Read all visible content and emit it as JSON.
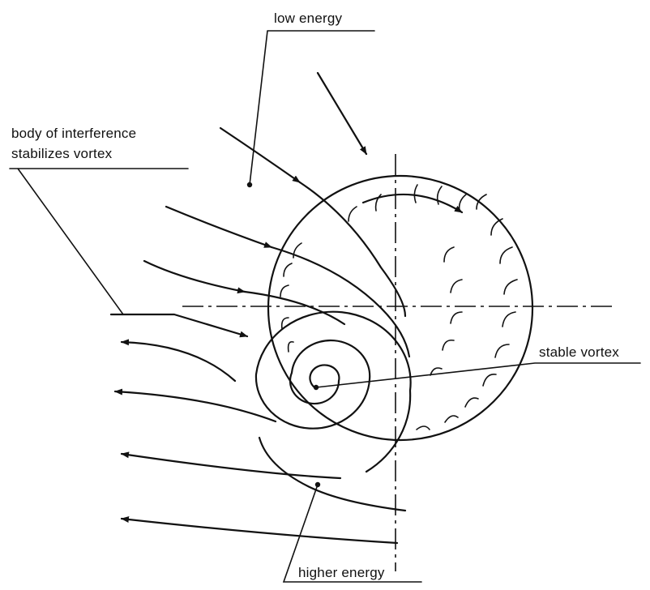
{
  "labels": {
    "low_energy": "low energy",
    "body_line1": "body of interference",
    "body_line2": "stabilizes vortex",
    "stable_vortex": "stable vortex",
    "higher_energy": "higher energy"
  },
  "colors": {
    "ink": "#111111",
    "background": "#ffffff"
  }
}
